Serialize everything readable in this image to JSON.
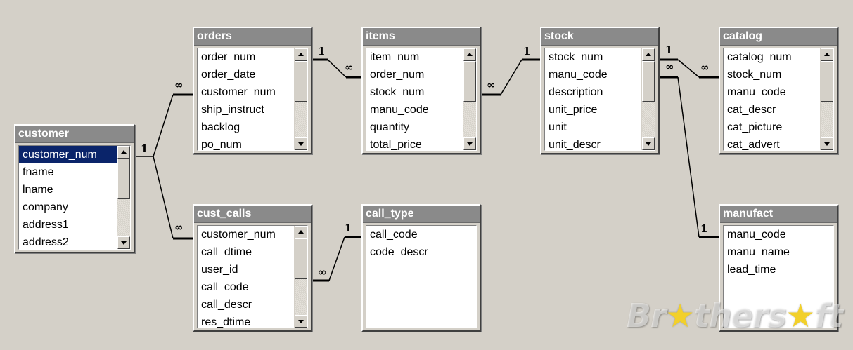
{
  "tables": {
    "customer": {
      "title": "customer",
      "fields": [
        "customer_num",
        "fname",
        "lname",
        "company",
        "address1",
        "address2"
      ],
      "selected": "customer_num"
    },
    "orders": {
      "title": "orders",
      "fields": [
        "order_num",
        "order_date",
        "customer_num",
        "ship_instruct",
        "backlog",
        "po_num"
      ]
    },
    "items": {
      "title": "items",
      "fields": [
        "item_num",
        "order_num",
        "stock_num",
        "manu_code",
        "quantity",
        "total_price"
      ]
    },
    "stock": {
      "title": "stock",
      "fields": [
        "stock_num",
        "manu_code",
        "description",
        "unit_price",
        "unit",
        "unit_descr"
      ]
    },
    "catalog": {
      "title": "catalog",
      "fields": [
        "catalog_num",
        "stock_num",
        "manu_code",
        "cat_descr",
        "cat_picture",
        "cat_advert"
      ]
    },
    "cust_calls": {
      "title": "cust_calls",
      "fields": [
        "customer_num",
        "call_dtime",
        "user_id",
        "call_code",
        "call_descr",
        "res_dtime"
      ]
    },
    "call_type": {
      "title": "call_type",
      "fields": [
        "call_code",
        "code_descr"
      ]
    },
    "manufact": {
      "title": "manufact",
      "fields": [
        "manu_code",
        "manu_name",
        "lead_time"
      ]
    }
  },
  "relationship_labels": {
    "one": "1",
    "many": "∞"
  },
  "watermark": {
    "before": "Br",
    "mid": "thers",
    "after": "ft"
  }
}
